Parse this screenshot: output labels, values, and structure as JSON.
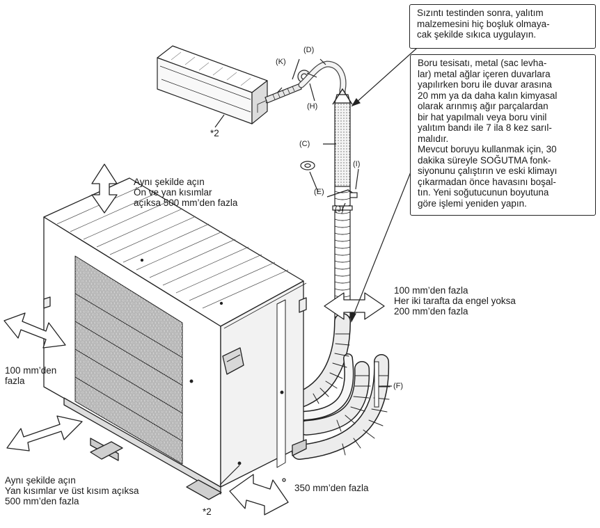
{
  "notes": {
    "insulation": "Sızıntı testinden sonra, yalıtım malzemesini hiç boşluk olmaya-cak şekilde sıkıca uygulayın.",
    "insulation_lines": [
      "Sızıntı testinden sonra, yalıtım",
      "malzemesini hiç boşluk olmaya-",
      "cak şekilde sıkıca uygulayın."
    ],
    "piping_lines": [
      "Boru tesisatı, metal (sac levha-",
      "lar) metal ağlar içeren duvarlara",
      "yapılırken boru ile duvar arasına",
      "20 mm ya da daha kalın kimyasal",
      "olarak arınmış ağır parçalardan",
      "bir hat yapılmalı veya boru vinil",
      "yalıtım bandı ile 7 ila 8 kez sarıl-",
      "malıdır.",
      "Mevcut boruyu kullanmak için, 30",
      "dakika süreyle SOĞUTMA fonk-",
      "siyonunu çalıştırın ve eski klimayı",
      "çıkarmadan önce havasını boşal-",
      "tın. Yeni soğutucunun boyutuna",
      "göre işlemi yeniden yapın."
    ]
  },
  "clearances": {
    "top": [
      "Aynı şekilde açın",
      "Ön ve yan kısımlar",
      "açıksa 500 mm’den fazla"
    ],
    "right": [
      "100 mm’den fazla",
      "Her iki tarafta da engel yoksa",
      "200 mm’den fazla"
    ],
    "left": [
      "100 mm’den",
      "fazla"
    ],
    "bottom_left": [
      "Aynı şekilde açın",
      "Yan kısımlar ve üst kısım açıksa",
      "500 mm’den fazla"
    ],
    "bottom_right": "350 mm’den fazla"
  },
  "part_labels": {
    "d": "(D)",
    "k": "(K)",
    "h": "(H)",
    "c": "(C)",
    "i": "(I)",
    "e": "(E)",
    "j": "(J)",
    "f": "(F)",
    "star_indoor": "*2",
    "star_outdoor": "*2"
  }
}
